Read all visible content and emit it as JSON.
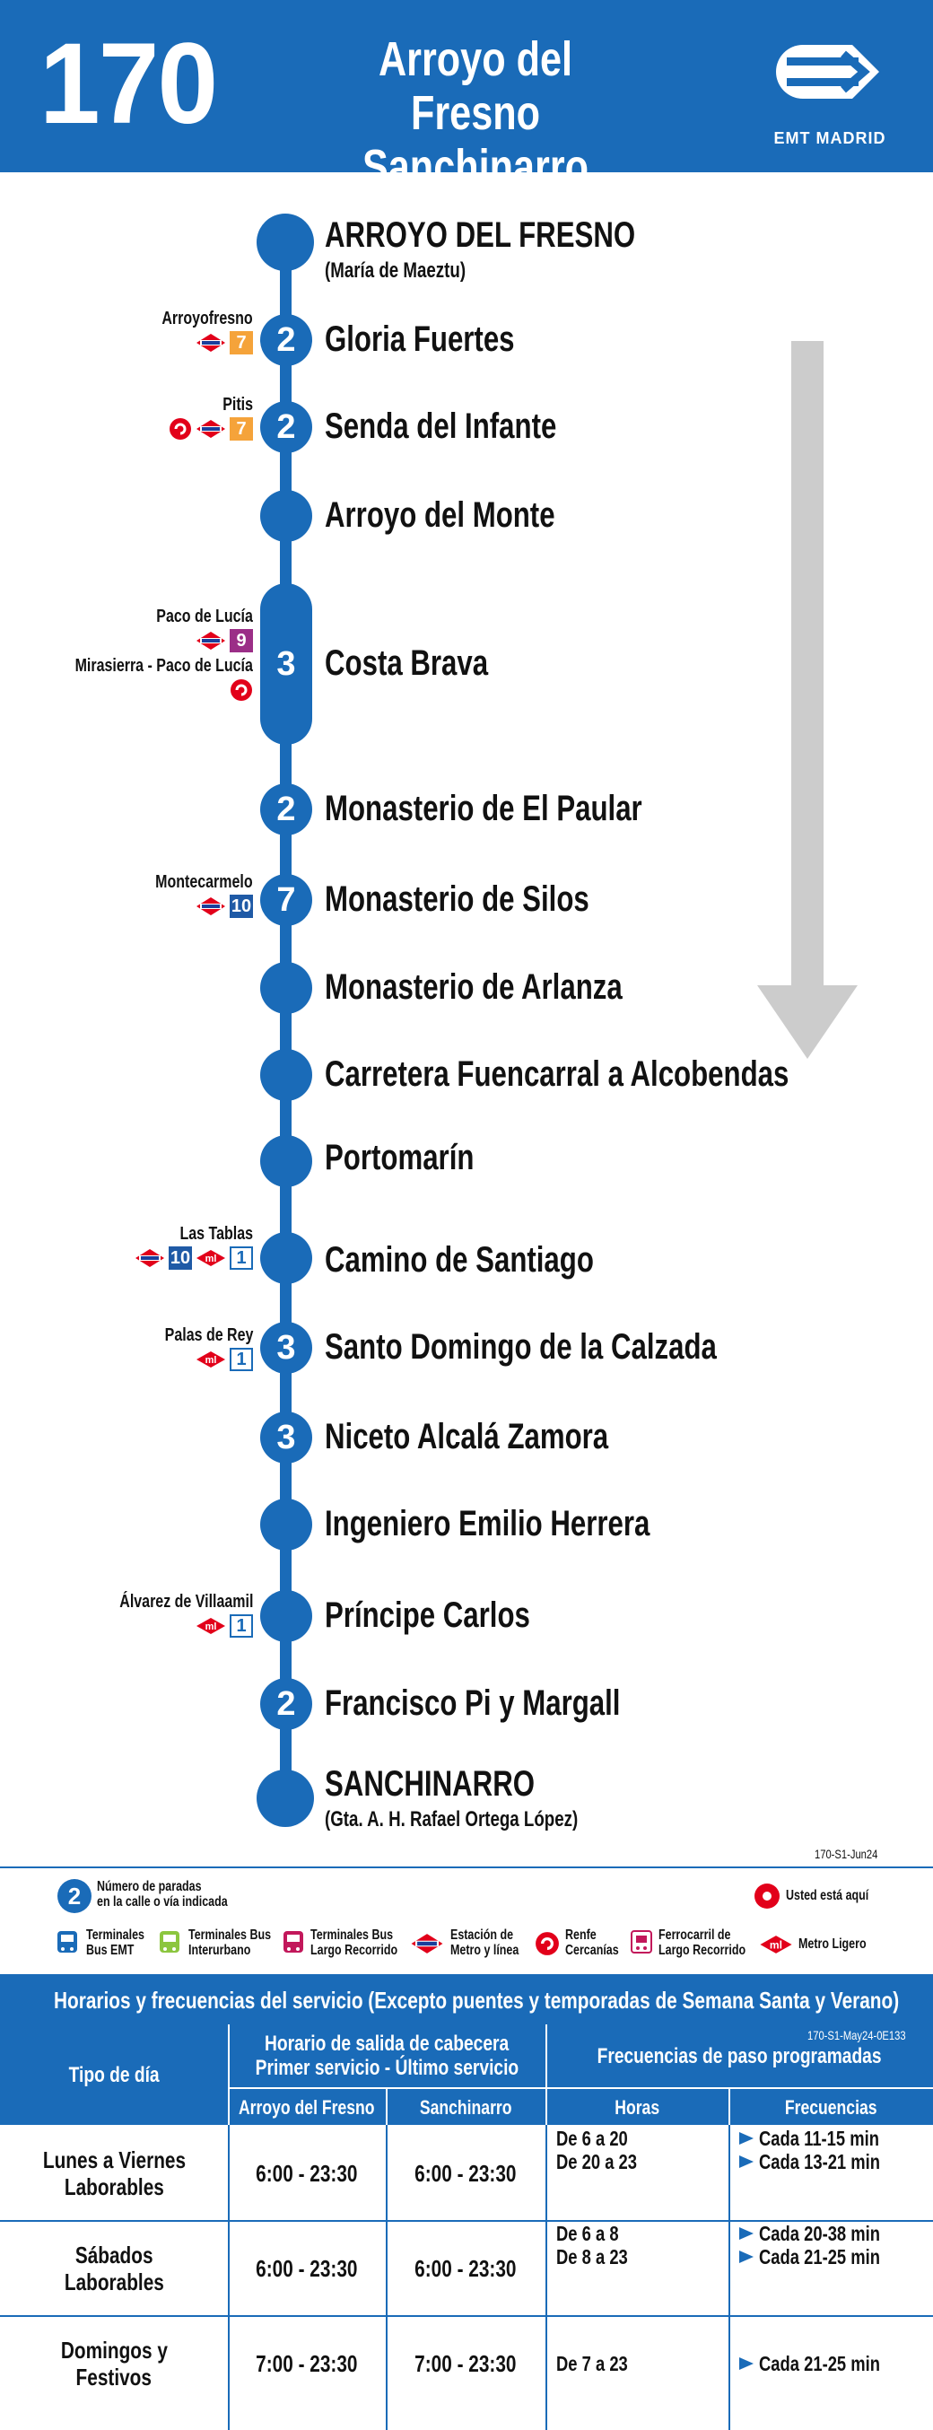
{
  "header": {
    "route_number": "170",
    "route_line1": "Arroyo del Fresno",
    "route_line2": "Sanchinarro",
    "brand": "EMT MADRID"
  },
  "stops": [
    {
      "name": "ARROYO DEL FRESNO",
      "sub": "(María de Maeztu)",
      "count": ""
    },
    {
      "name": "Gloria Fuertes",
      "count": "2",
      "connection": "Arroyofresno"
    },
    {
      "name": "Senda del Infante",
      "count": "2",
      "connection": "Pitis"
    },
    {
      "name": "Arroyo del Monte",
      "count": ""
    },
    {
      "name": "Costa Brava",
      "count": "3",
      "connection": "Paco de Lucía",
      "connection2": "Mirasierra - Paco de Lucía"
    },
    {
      "name": "Monasterio de El Paular",
      "count": "2"
    },
    {
      "name": "Monasterio de Silos",
      "count": "7",
      "connection": "Montecarmelo"
    },
    {
      "name": "Monasterio de Arlanza",
      "count": ""
    },
    {
      "name": "Carretera Fuencarral a Alcobendas",
      "count": ""
    },
    {
      "name": "Portomarín",
      "count": ""
    },
    {
      "name": "Camino de Santiago",
      "count": "",
      "connection": "Las Tablas"
    },
    {
      "name": "Santo Domingo de la Calzada",
      "count": "3",
      "connection": "Palas de Rey"
    },
    {
      "name": "Niceto Alcalá Zamora",
      "count": "3"
    },
    {
      "name": "Ingeniero Emilio Herrera",
      "count": ""
    },
    {
      "name": "Príncipe Carlos",
      "count": "",
      "connection": "Álvarez de Villaamil"
    },
    {
      "name": "Francisco Pi y Margall",
      "count": "2"
    },
    {
      "name": "SANCHINARRO",
      "sub": "(Gta. A. H. Rafael Ortega López)",
      "count": ""
    }
  ],
  "line_badges": {
    "l7": "7",
    "l9": "9",
    "l10": "10",
    "ml1": "1"
  },
  "colors": {
    "emt_blue": "#1a6bb8",
    "metro_red": "#e2001a",
    "line7": "#f5a33a",
    "line9": "#9b2e87",
    "line10": "#1f5aa6",
    "arrow_gray": "#cccccc"
  },
  "codes": {
    "map_code": "170-S1-Jun24",
    "table_code": "170-S1-May24-0E133"
  },
  "legend": {
    "stops_count": "Número de paradas\nen la calle o vía indicada",
    "stops_count_l1": "Número de paradas",
    "stops_count_l2": "en la calle o vía indicada",
    "you_are_here": "Usted está aquí",
    "items": [
      {
        "l1": "Terminales",
        "l2": "Bus EMT",
        "icon": "bus-emt-icon"
      },
      {
        "l1": "Terminales Bus",
        "l2": "Interurbano",
        "icon": "bus-interurban-icon"
      },
      {
        "l1": "Terminales Bus",
        "l2": "Largo Recorrido",
        "icon": "bus-long-distance-icon"
      },
      {
        "l1": "Estación de",
        "l2": "Metro y línea",
        "icon": "metro-icon"
      },
      {
        "l1": "Renfe",
        "l2": "Cercanías",
        "icon": "renfe-icon"
      },
      {
        "l1": "Ferrocarril de",
        "l2": "Largo Recorrido",
        "icon": "train-icon"
      },
      {
        "l1": "Metro Ligero",
        "l2": "",
        "icon": "metro-ligero-icon"
      }
    ]
  },
  "schedule": {
    "title": "Horarios y frecuencias del servicio (Excepto puentes y temporadas de Semana Santa y Verano)",
    "col_day_type": "Tipo de día",
    "col_departures_l1": "Horario de salida de cabecera",
    "col_departures_l2": "Primer servicio - Último servicio",
    "col_frequencies": "Frecuencias de paso programadas",
    "sub_origin": "Arroyo del Fresno",
    "sub_dest": "Sanchinarro",
    "sub_hours": "Horas",
    "sub_freq": "Frecuencias",
    "rows": [
      {
        "day_l1": "Lunes a Viernes",
        "day_l2": "Laborables",
        "origin": "6:00 - 23:30",
        "dest": "6:00 - 23:30",
        "hours": [
          "De 6 a 20",
          "De 20 a 23"
        ],
        "freqs": [
          "Cada 11-15 min",
          "Cada 13-21 min"
        ]
      },
      {
        "day_l1": "Sábados",
        "day_l2": "Laborables",
        "origin": "6:00 - 23:30",
        "dest": "6:00 - 23:30",
        "hours": [
          "De 6 a 8",
          "De 8 a 23"
        ],
        "freqs": [
          "Cada 20-38 min",
          "Cada 21-25 min"
        ]
      },
      {
        "day_l1": "Domingos y",
        "day_l2": "Festivos",
        "origin": "7:00 - 23:30",
        "dest": "7:00 - 23:30",
        "hours": [
          "De 7 a 23"
        ],
        "freqs": [
          "Cada 21-25 min"
        ]
      }
    ]
  }
}
